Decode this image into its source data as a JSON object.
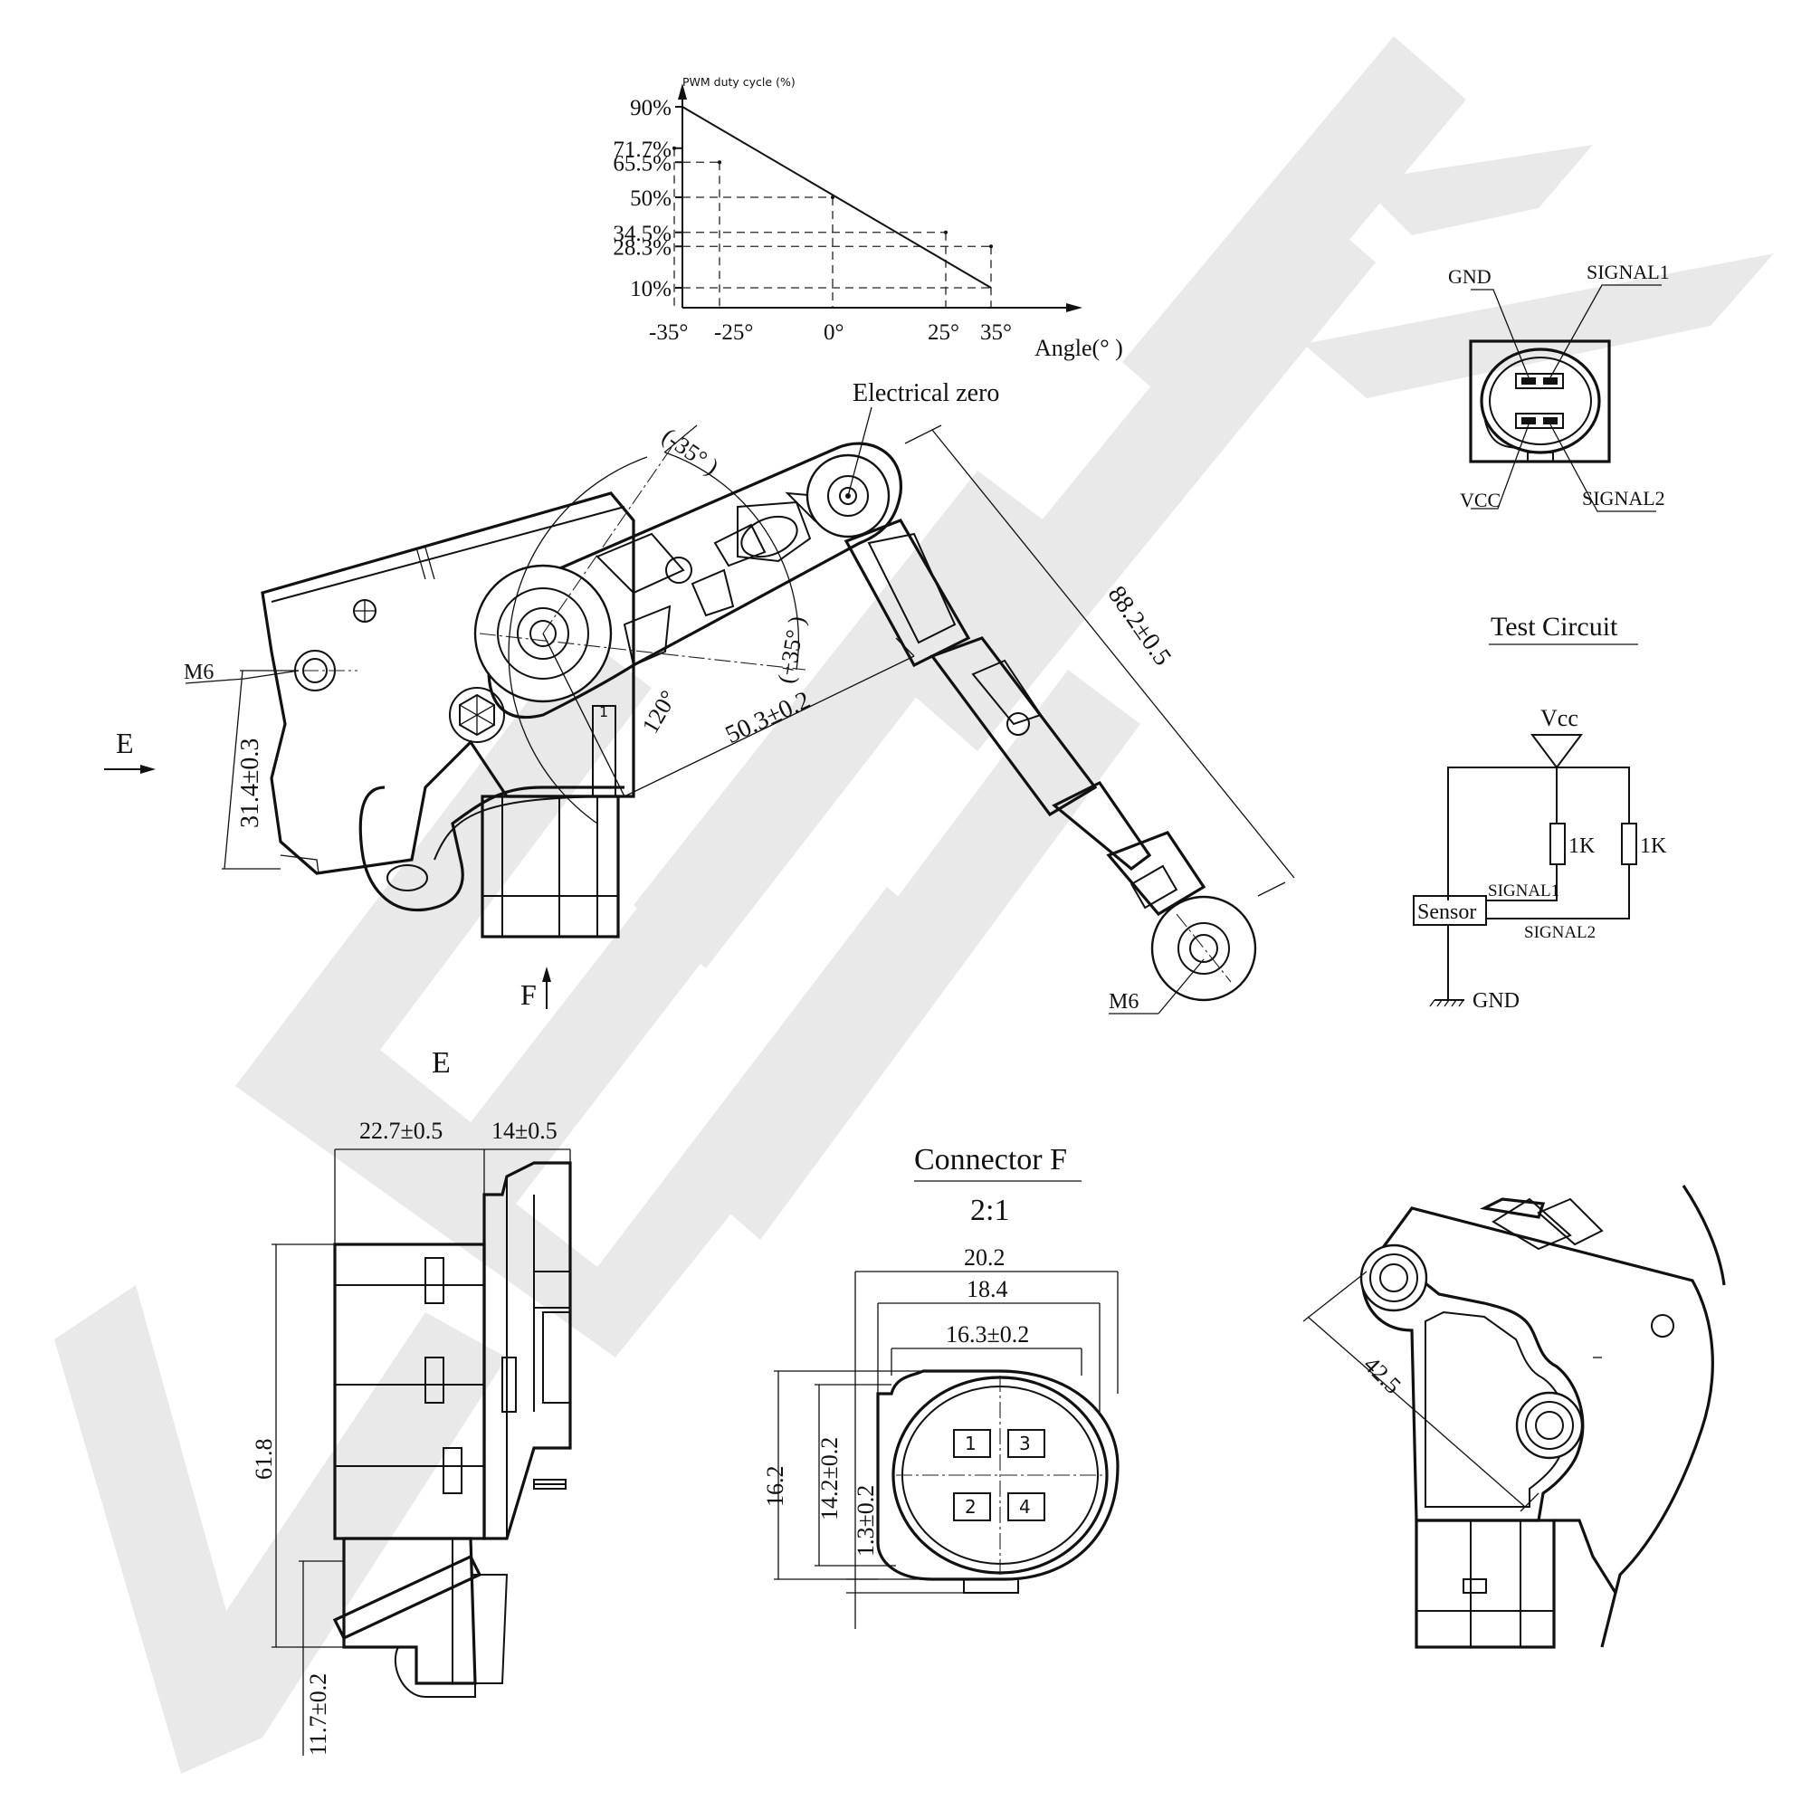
{
  "chart_data": {
    "type": "line",
    "ylabel": "PWM duty cycle (%)",
    "xlabel": "Angle(° )",
    "x_ticks": [
      "-35°",
      "-25°",
      "0°",
      "25°",
      "35°"
    ],
    "y_ticks": [
      "90%",
      "71.7%",
      "65.5%",
      "50%",
      "34.5%",
      "28.3%",
      "10%"
    ],
    "series": [
      {
        "x": [
          -35,
          -25,
          0,
          25,
          35
        ],
        "y": [
          71.7,
          65.5,
          50,
          34.5,
          28.3
        ]
      }
    ]
  },
  "sensor_view": {
    "electrical_zero": "Electrical zero",
    "angle_neg": "(-35° )",
    "angle_pos": "(+35° )",
    "angle_range": "120°",
    "dim_arm": "50.3±0.2",
    "dim_rod": "88.2±0.5",
    "dim_height": "31.4±0.3",
    "thread_left": "M6",
    "thread_right": "M6",
    "view_e_arrow": "E",
    "view_f_arrow": "F",
    "pin_mark": "1"
  },
  "pinout": {
    "gnd": "GND",
    "signal1": "SIGNAL1",
    "vcc": "VCC",
    "signal2": "SIGNAL2"
  },
  "test_circuit": {
    "title": "Test Circuit",
    "vcc": "Vcc",
    "r1": "1K",
    "r2": "1K",
    "signal1": "SIGNAL1",
    "signal2": "SIGNAL2",
    "sensor": "Sensor",
    "gnd": "GND"
  },
  "view_e": {
    "title": "E",
    "dim_width": "22.7±0.5",
    "dim_depth": "14±0.5",
    "dim_height": "61.8",
    "dim_offset": "11.7±0.2"
  },
  "connector_f": {
    "title": "Connector F",
    "scale": "2:1",
    "dim_outer": "20.2",
    "dim_mid": "18.4",
    "dim_inner": "16.3±0.2",
    "dim_h_outer": "16.2",
    "dim_h_inner": "14.2±0.2",
    "dim_h_small": "1.3±0.2",
    "pins": [
      "1",
      "3",
      "2",
      "4"
    ]
  },
  "rear_view": {
    "dim": "42.5"
  }
}
